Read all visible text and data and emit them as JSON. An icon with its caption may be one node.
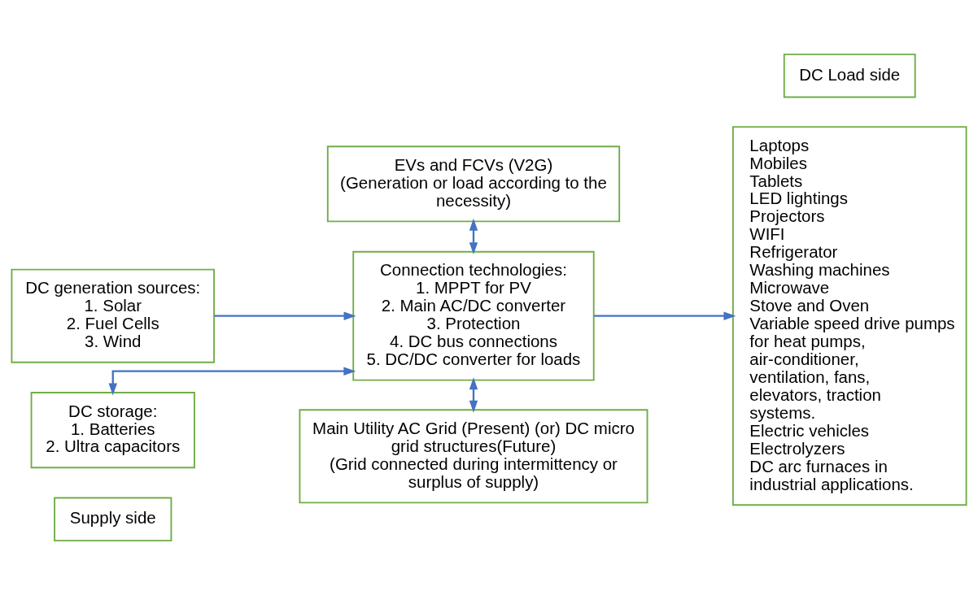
{
  "diagram": {
    "nodes": [
      {
        "text": [
          "Supply side"
        ]
      },
      {
        "text": [
          "EVs and FCVs (V2G)",
          "(Generation or load according to the necessity)"
        ]
      },
      {
        "text": [
          "DC Load side"
        ]
      },
      {
        "text": [
          "DC generation sources:",
          "1. Solar",
          "2. Fuel Cells",
          "3. Wind"
        ]
      },
      {
        "text": [
          "Connection technologies:",
          "1. MPPT for PV",
          "2. Main AC/DC converter",
          "3. Protection",
          "4. DC bus connections",
          "5. DC/DC converter for loads"
        ]
      },
      {
        "text": [
          "Laptops",
          "Mobiles",
          "Tablets",
          "LED lightings",
          "Projectors",
          "WIFI",
          "Refrigerator",
          "Washing machines",
          "Microwave",
          "Stove and Oven",
          "Variable speed drive pumps for heat pumps, air-conditioner, ventilation, fans, elevators, traction systems.",
          "Electric vehicles",
          "Electrolyzers",
          "DC arc furnaces in industrial applications."
        ]
      },
      {
        "text": [
          "DC storage:",
          "1. Batteries",
          "2. Ultra capacitors"
        ]
      },
      {
        "text": [
          "Main Utility AC Grid (Present) (or) DC micro grid structures(Future)",
          "(Grid connected during intermittency or surplus of supply)"
        ]
      }
    ],
    "edges": [
      {
        "from": 3,
        "to": 4,
        "arrow": "to"
      },
      {
        "from": 1,
        "to": 4,
        "arrow": "both"
      },
      {
        "from": 4,
        "to": 6,
        "arrow": "both"
      },
      {
        "from": 4,
        "to": 7,
        "arrow": "both"
      },
      {
        "from": 4,
        "to": 5,
        "arrow": "to"
      }
    ]
  }
}
